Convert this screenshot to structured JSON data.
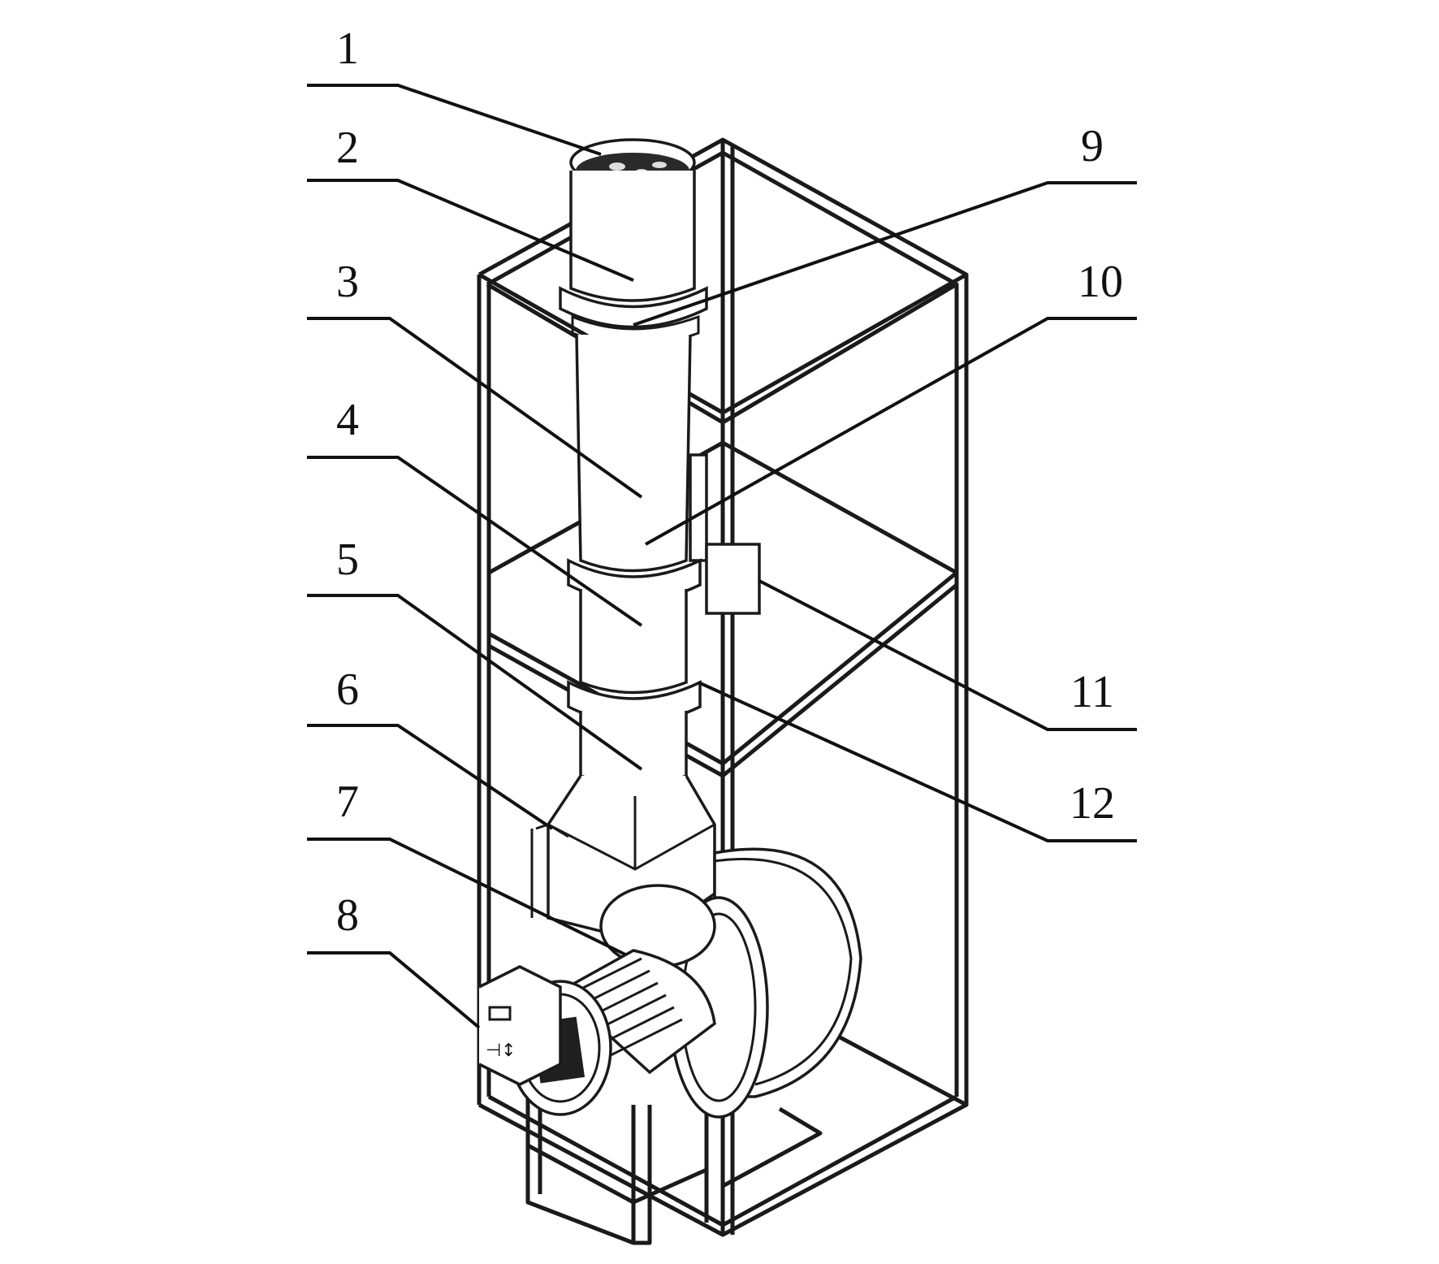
{
  "figure": {
    "labels": [
      {
        "id": "1",
        "text": "1"
      },
      {
        "id": "2",
        "text": "2"
      },
      {
        "id": "3",
        "text": "3"
      },
      {
        "id": "4",
        "text": "4"
      },
      {
        "id": "5",
        "text": "5"
      },
      {
        "id": "6",
        "text": "6"
      },
      {
        "id": "7",
        "text": "7"
      },
      {
        "id": "8",
        "text": "8"
      },
      {
        "id": "9",
        "text": "9"
      },
      {
        "id": "10",
        "text": "10"
      },
      {
        "id": "11",
        "text": "11"
      },
      {
        "id": "12",
        "text": "12"
      }
    ],
    "colors": {
      "ink": "#111111",
      "background": "#ffffff"
    }
  }
}
